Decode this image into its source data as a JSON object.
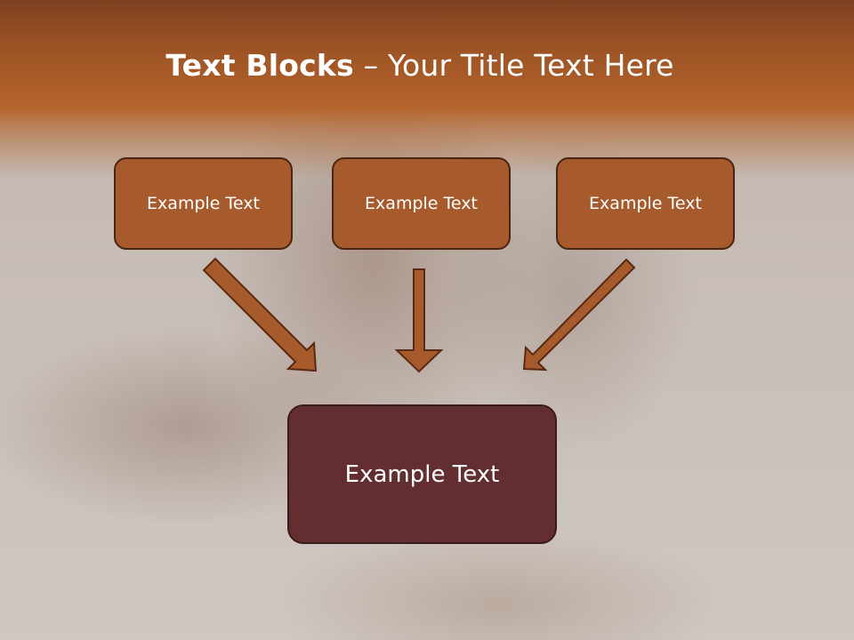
{
  "title": {
    "bold": "Text Blocks",
    "separator": " – ",
    "rest": "Your Title Text Here"
  },
  "blocks": [
    {
      "label": "Example Text"
    },
    {
      "label": "Example Text"
    },
    {
      "label": "Example Text"
    }
  ],
  "center_block": {
    "label": "Example Text"
  },
  "colors": {
    "header": "#b6642c",
    "block_fill": "#a75a2c",
    "center_fill": "#632e30",
    "arrow_fill": "#a75a2c",
    "arrow_stroke": "#5a2a12"
  }
}
